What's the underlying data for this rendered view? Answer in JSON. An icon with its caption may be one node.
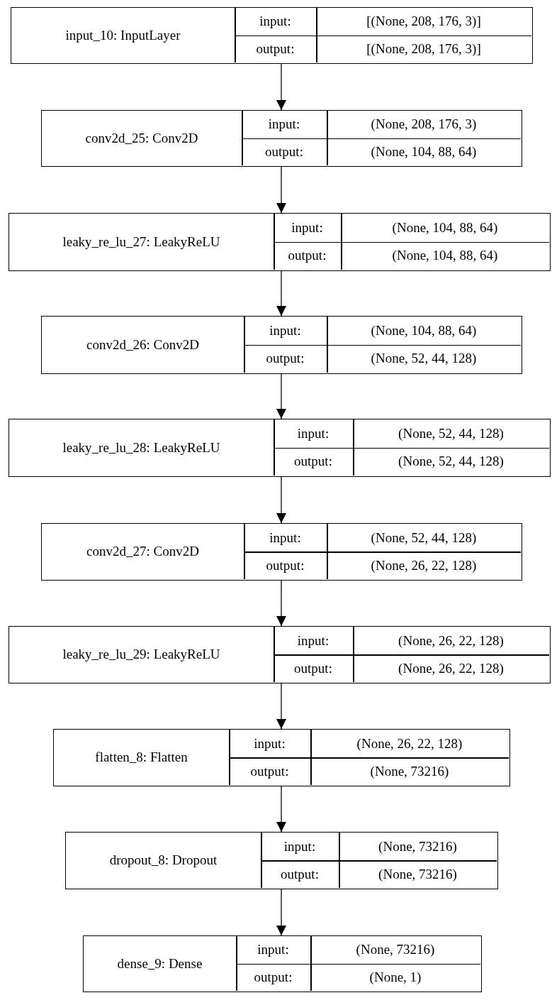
{
  "diagram": {
    "nodes": [
      {
        "text": [
          "input_10: InputLayer",
          "input:",
          "[(None, 208, 176, 3)]",
          "output:",
          "[(None, 208, 176, 3)]"
        ]
      },
      {
        "text": [
          "conv2d_25: Conv2D",
          "input:",
          "(None, 208, 176, 3)",
          "output:",
          "(None, 104, 88, 64)"
        ]
      },
      {
        "text": [
          "leaky_re_lu_27: LeakyReLU",
          "input:",
          "(None, 104, 88, 64)",
          "output:",
          "(None, 104, 88, 64)"
        ]
      },
      {
        "text": [
          "conv2d_26: Conv2D",
          "input:",
          "(None, 104, 88, 64)",
          "output:",
          "(None, 52, 44, 128)"
        ]
      },
      {
        "text": [
          "leaky_re_lu_28: LeakyReLU",
          "input:",
          "(None, 52, 44, 128)",
          "output:",
          "(None, 52, 44, 128)"
        ]
      },
      {
        "text": [
          "conv2d_27: Conv2D",
          "input:",
          "(None, 52, 44, 128)",
          "output:",
          "(None, 26, 22, 128)"
        ]
      },
      {
        "text": [
          "leaky_re_lu_29: LeakyReLU",
          "input:",
          "(None, 26, 22, 128)",
          "output:",
          "(None, 26, 22, 128)"
        ]
      },
      {
        "text": [
          "flatten_8: Flatten",
          "input:",
          "(None, 26, 22, 128)",
          "output:",
          "(None, 73216)"
        ]
      },
      {
        "text": [
          "dropout_8: Dropout",
          "input:",
          "(None, 73216)",
          "output:",
          "(None, 73216)"
        ]
      },
      {
        "text": [
          "dense_9: Dense",
          "input:",
          "(None, 73216)",
          "output:",
          "(None, 1)"
        ]
      }
    ],
    "edges": [
      {
        "from": 0,
        "to": 1,
        "arrow": "to"
      },
      {
        "from": 1,
        "to": 2,
        "arrow": "to"
      },
      {
        "from": 2,
        "to": 3,
        "arrow": "to"
      },
      {
        "from": 3,
        "to": 4,
        "arrow": "to"
      },
      {
        "from": 4,
        "to": 5,
        "arrow": "to"
      },
      {
        "from": 5,
        "to": 6,
        "arrow": "to"
      },
      {
        "from": 6,
        "to": 7,
        "arrow": "to"
      },
      {
        "from": 7,
        "to": 8,
        "arrow": "to"
      },
      {
        "from": 8,
        "to": 9,
        "arrow": "to"
      }
    ]
  }
}
